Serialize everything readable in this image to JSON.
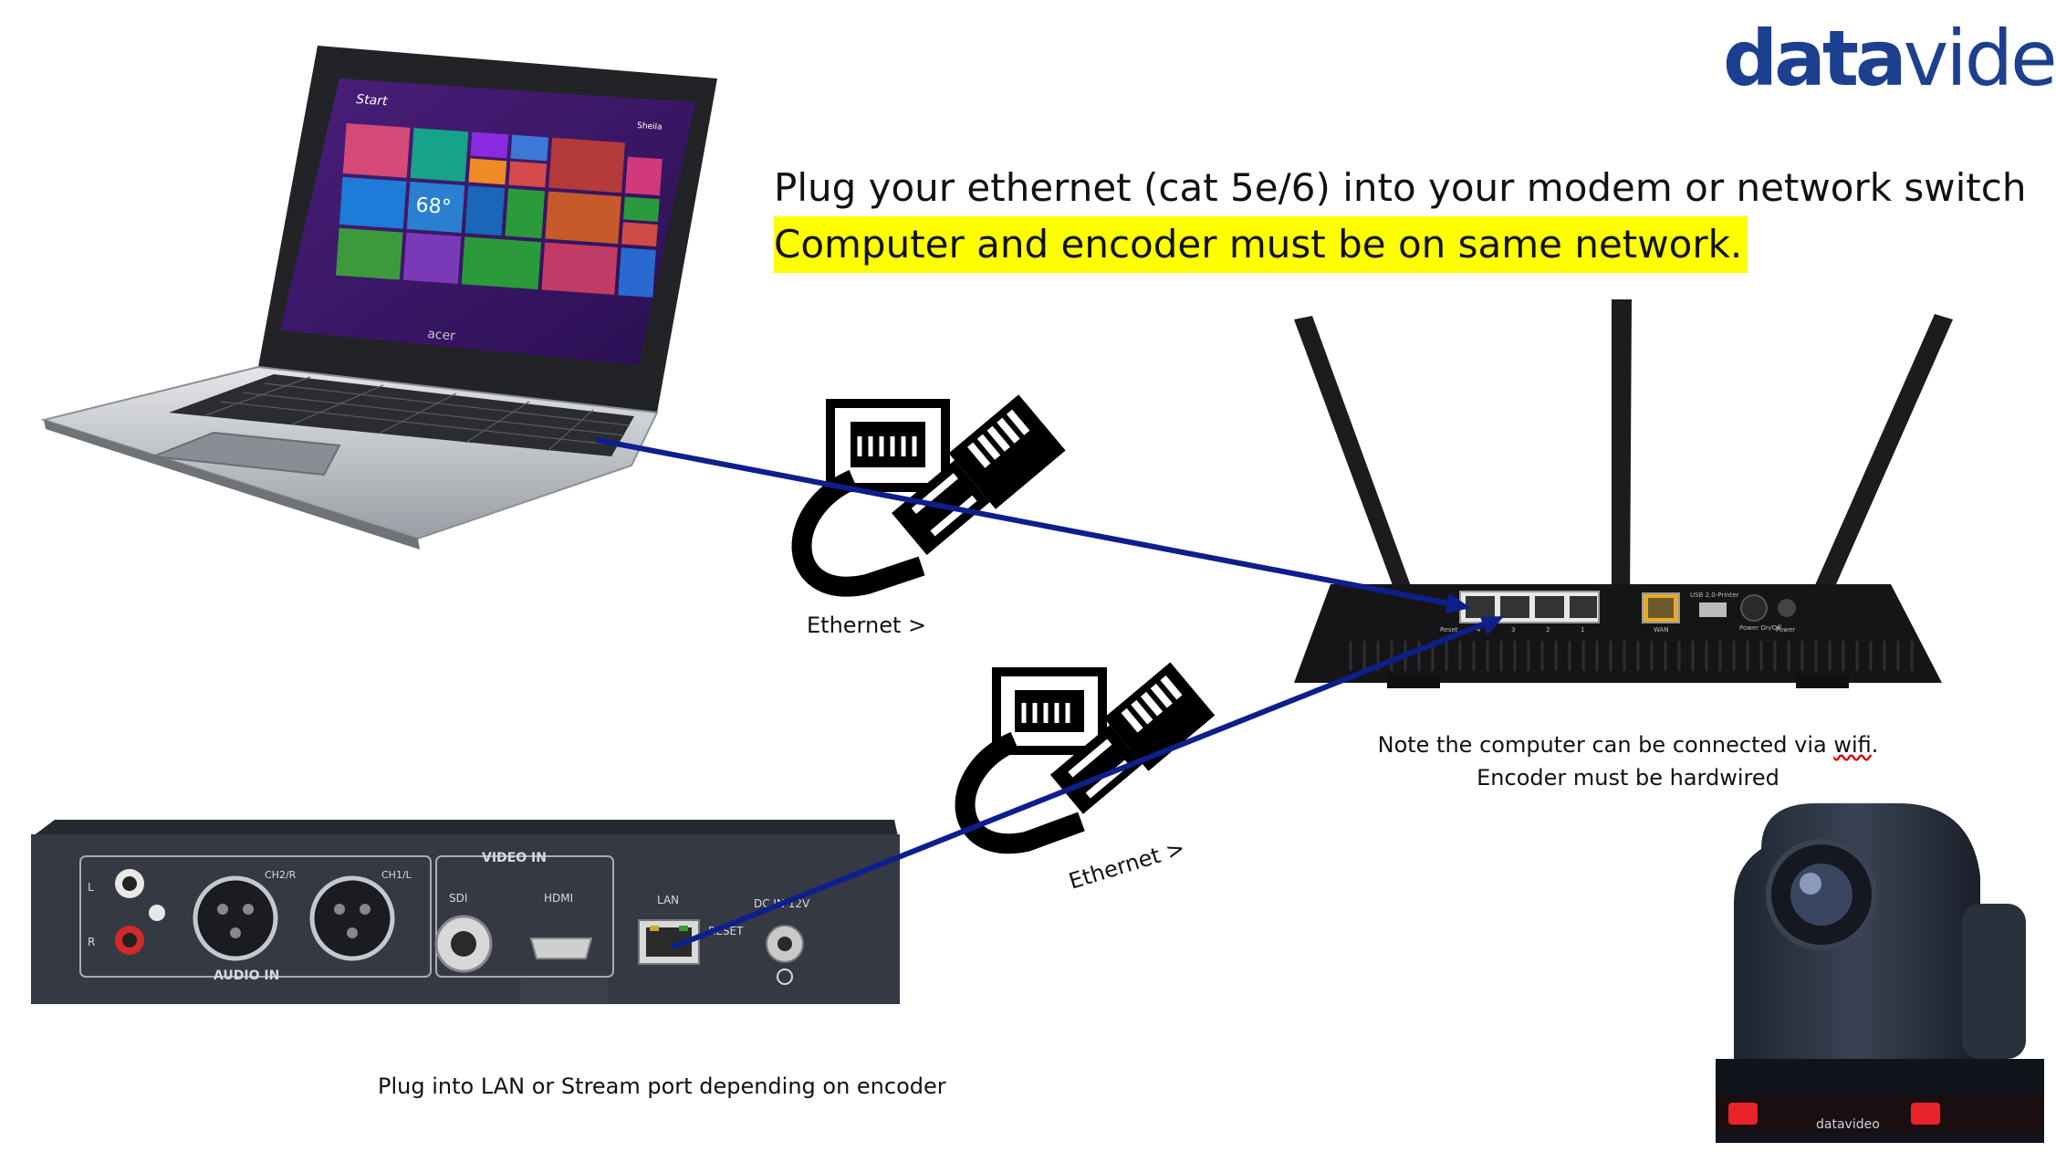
{
  "brand": {
    "logo_part1": "data",
    "logo_part2": "video"
  },
  "headline": {
    "line1": "Plug your ethernet (cat 5e/6) into your modem or network switch",
    "line2": "Computer and encoder must be on same network."
  },
  "labels": {
    "ethernet_1": "Ethernet >",
    "ethernet_2": "Ethernet >",
    "note_line1_pre": "Note the computer can be connected via ",
    "note_line1_word": "wifi",
    "note_line1_post": ".",
    "note_line2": "Encoder must be hardwired",
    "plug_into": "Plug into LAN or Stream port depending on encoder"
  },
  "laptop": {
    "brand": "acer",
    "screen_title": "Start",
    "user_name": "Sheila",
    "weather": "68°"
  },
  "router": {
    "port_labels": [
      "Reset",
      "4",
      "3",
      "2",
      "1",
      "WAN",
      "USB 2.0-Printer",
      "Power On/Off",
      "Power"
    ]
  },
  "encoder": {
    "section_video": "VIDEO IN",
    "section_audio": "AUDIO IN",
    "ports": [
      "SDI",
      "HDMI",
      "LAN",
      "RESET",
      "DC IN 12V",
      "CH2/R",
      "CH1/L",
      "L",
      "R"
    ]
  },
  "camera": {
    "brand": "datavideo"
  },
  "colors": {
    "cable": "#0d1f8c",
    "highlight": "#ffff00",
    "brand": "#1d3f8f"
  }
}
